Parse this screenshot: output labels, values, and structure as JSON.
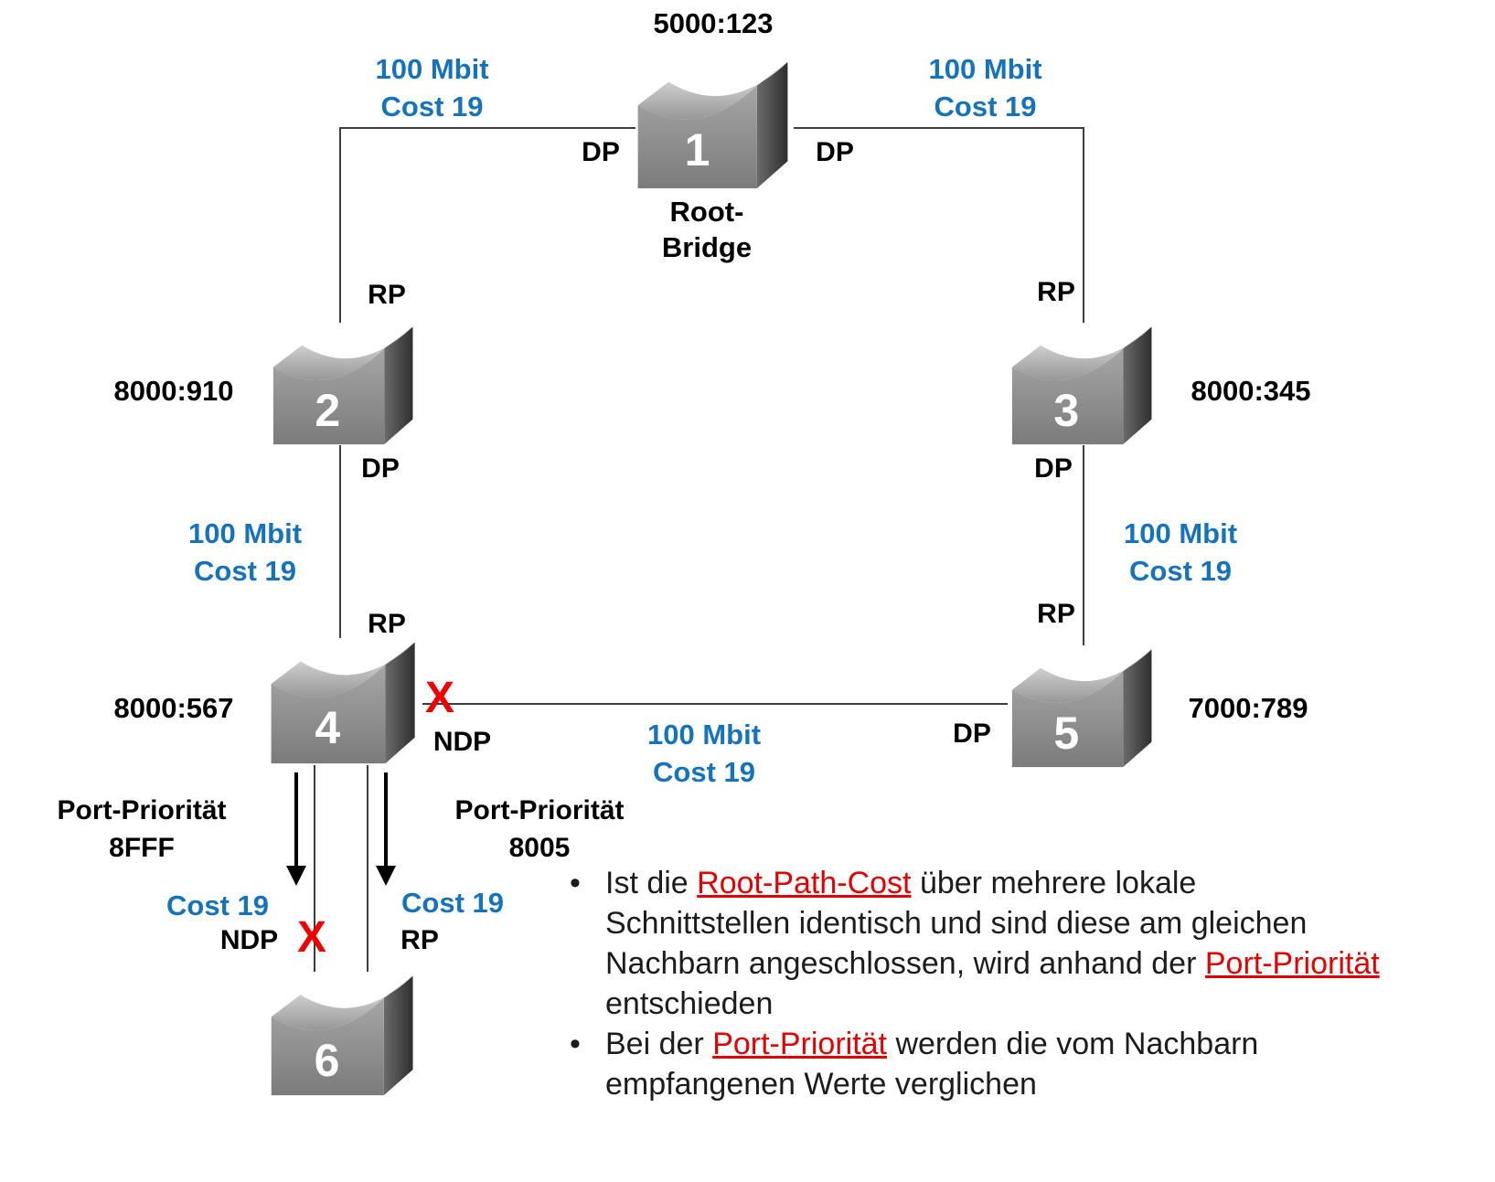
{
  "colors": {
    "link_label_blue": "#1673bb",
    "blocked_red": "#ee0000",
    "switch_gray": "#8a8a8a"
  },
  "switches": {
    "s1": {
      "number": "1",
      "bridge_id": "5000:123",
      "role_line1": "Root-",
      "role_line2": "Bridge",
      "port_left": "DP",
      "port_right": "DP"
    },
    "s2": {
      "number": "2",
      "bridge_id": "8000:910",
      "port_top": "RP",
      "port_bottom": "DP"
    },
    "s3": {
      "number": "3",
      "bridge_id": "8000:345",
      "port_top": "RP",
      "port_bottom": "DP"
    },
    "s4": {
      "number": "4",
      "bridge_id": "8000:567",
      "port_top": "RP",
      "port_right": "NDP",
      "blocked_mark": "X"
    },
    "s5": {
      "number": "5",
      "bridge_id": "7000:789",
      "port_top": "RP",
      "port_left": "DP"
    },
    "s6": {
      "number": "6",
      "port_left": "NDP",
      "port_right": "RP",
      "blocked_mark": "X"
    }
  },
  "links": {
    "s1_s2": {
      "speed": "100 Mbit",
      "cost": "Cost 19"
    },
    "s1_s3": {
      "speed": "100 Mbit",
      "cost": "Cost 19"
    },
    "s2_s4": {
      "speed": "100 Mbit",
      "cost": "Cost 19"
    },
    "s3_s5": {
      "speed": "100 Mbit",
      "cost": "Cost 19"
    },
    "s4_s5": {
      "speed": "100 Mbit",
      "cost": "Cost 19"
    },
    "s4_s6_left": {
      "cost": "Cost 19",
      "port_priority_label": "Port-Priorität",
      "port_priority_value": "8FFF"
    },
    "s4_s6_right": {
      "cost": "Cost 19",
      "port_priority_label": "Port-Priorität",
      "port_priority_value": "8005"
    }
  },
  "notes": {
    "bullet1_pre": "Ist die ",
    "bullet1_term1": "Root-Path-Cost",
    "bullet1_mid": " über mehrere lokale Schnittstellen identisch und sind diese am gleichen Nachbarn angeschlossen, wird anhand der ",
    "bullet1_term2": "Port-Priorität",
    "bullet1_post": " entschieden",
    "bullet2_pre": "Bei der ",
    "bullet2_term": "Port-Priorität",
    "bullet2_post": " werden die vom Nachbarn empfangenen Werte verglichen"
  }
}
